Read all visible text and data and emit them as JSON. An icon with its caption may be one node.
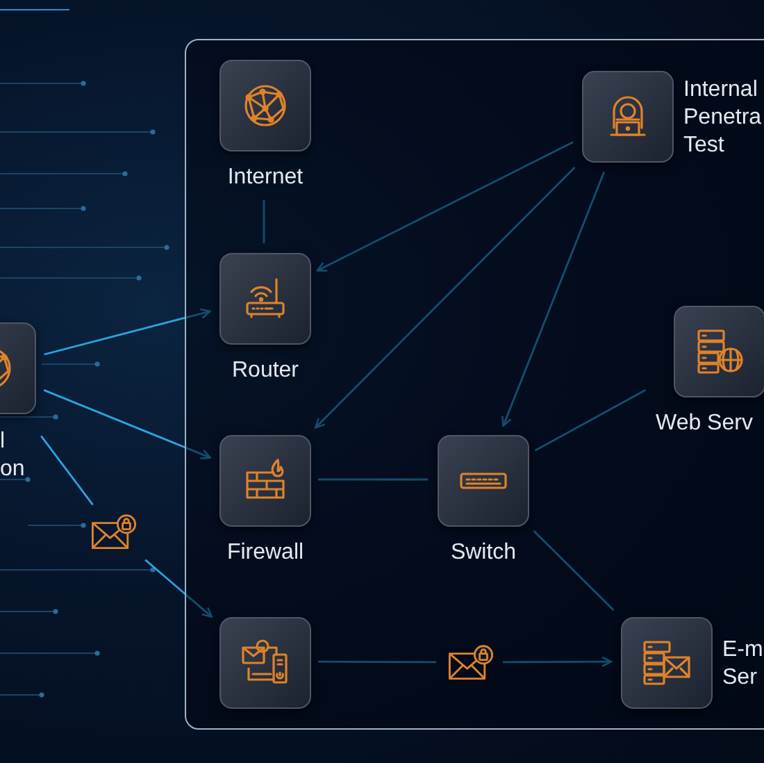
{
  "diagram": {
    "nodes": [
      {
        "text": [],
        "shape": "box"
      },
      {
        "text": [
          "Internet"
        ],
        "in": 0
      },
      {
        "text": [
          "Internal Penetra Test"
        ],
        "in": 0
      },
      {
        "text": [
          "Router"
        ],
        "in": 0
      },
      {
        "text": [
          "Web Serv"
        ],
        "in": 0
      },
      {
        "text": [
          "Firewall"
        ],
        "in": 0
      },
      {
        "text": [
          "Switch"
        ],
        "in": 0
      },
      {
        "text": [],
        "shape": "box",
        "in": 0
      },
      {
        "text": [],
        "shape": "envelope",
        "in": 0
      },
      {
        "text": [
          "E-m Ser"
        ],
        "in": 0
      },
      {
        "text": [
          "l on"
        ]
      },
      {
        "text": [],
        "shape": "envelope"
      }
    ],
    "edges": [
      {
        "from": 1,
        "to": 3,
        "arrow": "none"
      },
      {
        "from": 10,
        "to": 3,
        "arrow": "to"
      },
      {
        "from": 10,
        "to": 5,
        "arrow": "to"
      },
      {
        "from": 10,
        "to": 11,
        "arrow": "none"
      },
      {
        "from": 11,
        "to": 7,
        "arrow": "to"
      },
      {
        "from": 2,
        "to": 3,
        "arrow": "to"
      },
      {
        "from": 2,
        "to": 5,
        "arrow": "to"
      },
      {
        "from": 2,
        "to": 6,
        "arrow": "to"
      },
      {
        "from": 5,
        "to": 6,
        "arrow": "none"
      },
      {
        "from": 6,
        "to": 4,
        "arrow": "none"
      },
      {
        "from": 6,
        "to": 9,
        "arrow": "none"
      },
      {
        "from": 7,
        "to": 8,
        "arrow": "none"
      },
      {
        "from": 8,
        "to": 9,
        "arrow": "to"
      }
    ]
  }
}
